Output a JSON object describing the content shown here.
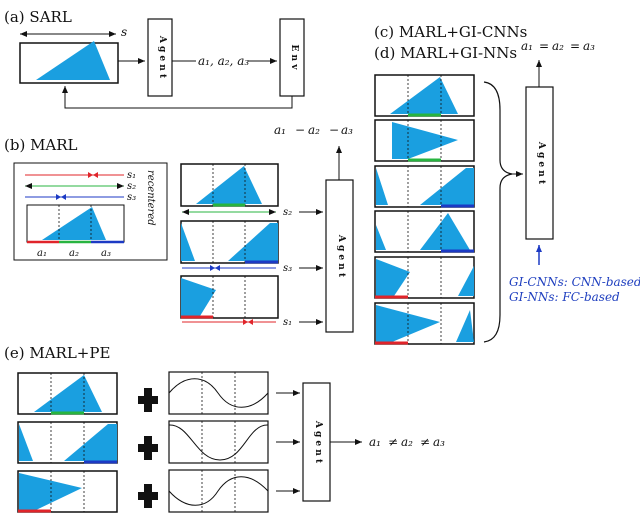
{
  "colors": {
    "triangle": "#1a9fe0",
    "red": "#e0242a",
    "green": "#28b440",
    "blue": "#1c3ac4",
    "line": "#111111"
  },
  "labels": {
    "sarl": "(a) SARL",
    "marl": "(b) MARL",
    "gi_cnns": "(c) MARL+GI-CNNs",
    "gi_nns": "(d) MARL+GI-NNs",
    "pe": "(e) MARL+PE",
    "agent": "A g e n t",
    "env": "E n v",
    "s": "s",
    "actions_sarl": "a₁, a₂, a₃",
    "s1": "s₁",
    "s2": "s₂",
    "s3": "s₃",
    "a1": "a₁",
    "a2": "a₂",
    "a3": "a₃",
    "minus1": "−",
    "minus2": "−",
    "eq1": "=",
    "eq2": "=",
    "neq1": "≠",
    "neq2": "≠",
    "recentered": "recentered",
    "gi_cnns_note": "GI-CNNs: CNN-based",
    "gi_nns_note": "GI-NNs: FC-based"
  }
}
